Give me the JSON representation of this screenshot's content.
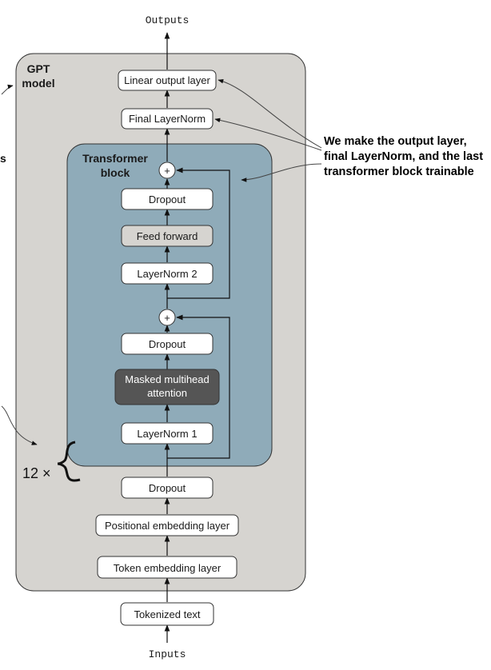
{
  "io": {
    "outputs": "Outputs",
    "inputs": "Inputs"
  },
  "gpt": {
    "title_line1": "GPT",
    "title_line2": "model"
  },
  "transformer": {
    "title_line1": "Transformer",
    "title_line2": "block"
  },
  "layers": {
    "linear_output": "Linear output layer",
    "final_layernorm": "Final LayerNorm",
    "dropout_top": "Dropout",
    "feed_forward": "Feed forward",
    "layernorm2": "LayerNorm 2",
    "dropout_mid": "Dropout",
    "attention_line1": "Masked multihead",
    "attention_line2": "attention",
    "layernorm1": "LayerNorm 1",
    "dropout_bottom": "Dropout",
    "positional_embedding": "Positional embedding layer",
    "token_embedding": "Token embedding layer",
    "tokenized_text": "Tokenized text"
  },
  "plus_symbol": "+",
  "repeat_label": "12 ×",
  "callout": {
    "line1": "We make the output layer,",
    "line2": "final LayerNorm, and the last",
    "line3": "transformer block trainable"
  },
  "left_fragment": "s",
  "colors": {
    "gpt_panel": "#d6d4d0",
    "transformer_panel": "#8fabb9",
    "attention_box": "#555555",
    "feed_forward_box": "#d6d4d0",
    "box_white": "#ffffff",
    "outline": "#222222"
  }
}
